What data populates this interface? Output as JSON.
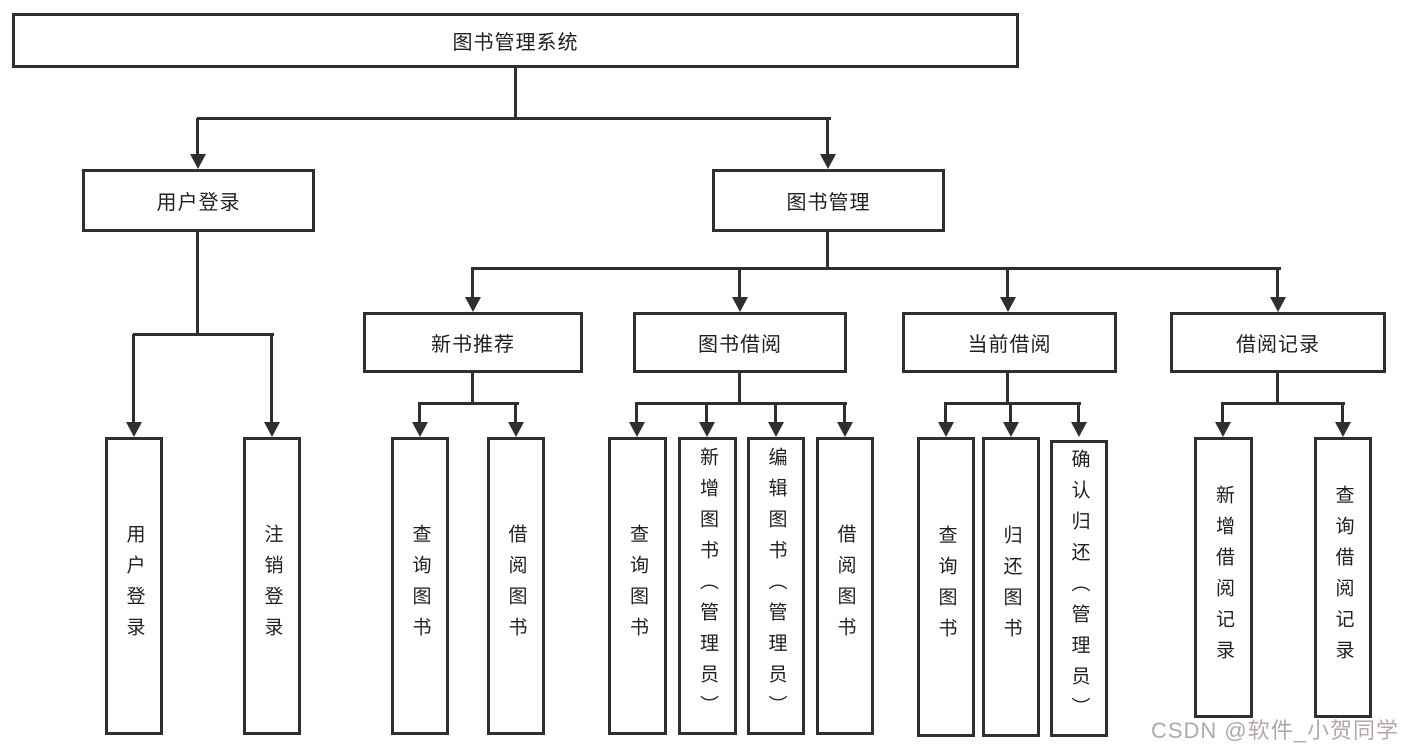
{
  "title": "图书管理系统",
  "tree": {
    "root": {
      "label": "图书管理系统"
    },
    "branches": [
      {
        "label": "用户登录",
        "leaves": [
          {
            "label": "用户登录"
          },
          {
            "label": "注销登录"
          }
        ]
      },
      {
        "label": "图书管理",
        "groups": [
          {
            "label": "新书推荐",
            "leaves": [
              {
                "label": "查询图书"
              },
              {
                "label": "借阅图书"
              }
            ]
          },
          {
            "label": "图书借阅",
            "leaves": [
              {
                "label": "查询图书"
              },
              {
                "label": "新增图书（管理员）"
              },
              {
                "label": "编辑图书（管理员）"
              },
              {
                "label": "借阅图书"
              }
            ]
          },
          {
            "label": "当前借阅",
            "leaves": [
              {
                "label": "查询图书"
              },
              {
                "label": "归还图书"
              },
              {
                "label": "确认归还（管理员）"
              }
            ]
          },
          {
            "label": "借阅记录",
            "leaves": [
              {
                "label": "新增借阅记录"
              },
              {
                "label": "查询借阅记录"
              }
            ]
          }
        ]
      }
    ]
  },
  "watermark": {
    "text": "CSDN @软件_小贺同学",
    "color": "#b2a8a8"
  },
  "colors": {
    "line": "#2f2f2f",
    "background": "#ffffff",
    "text": "#1f1f1f"
  }
}
